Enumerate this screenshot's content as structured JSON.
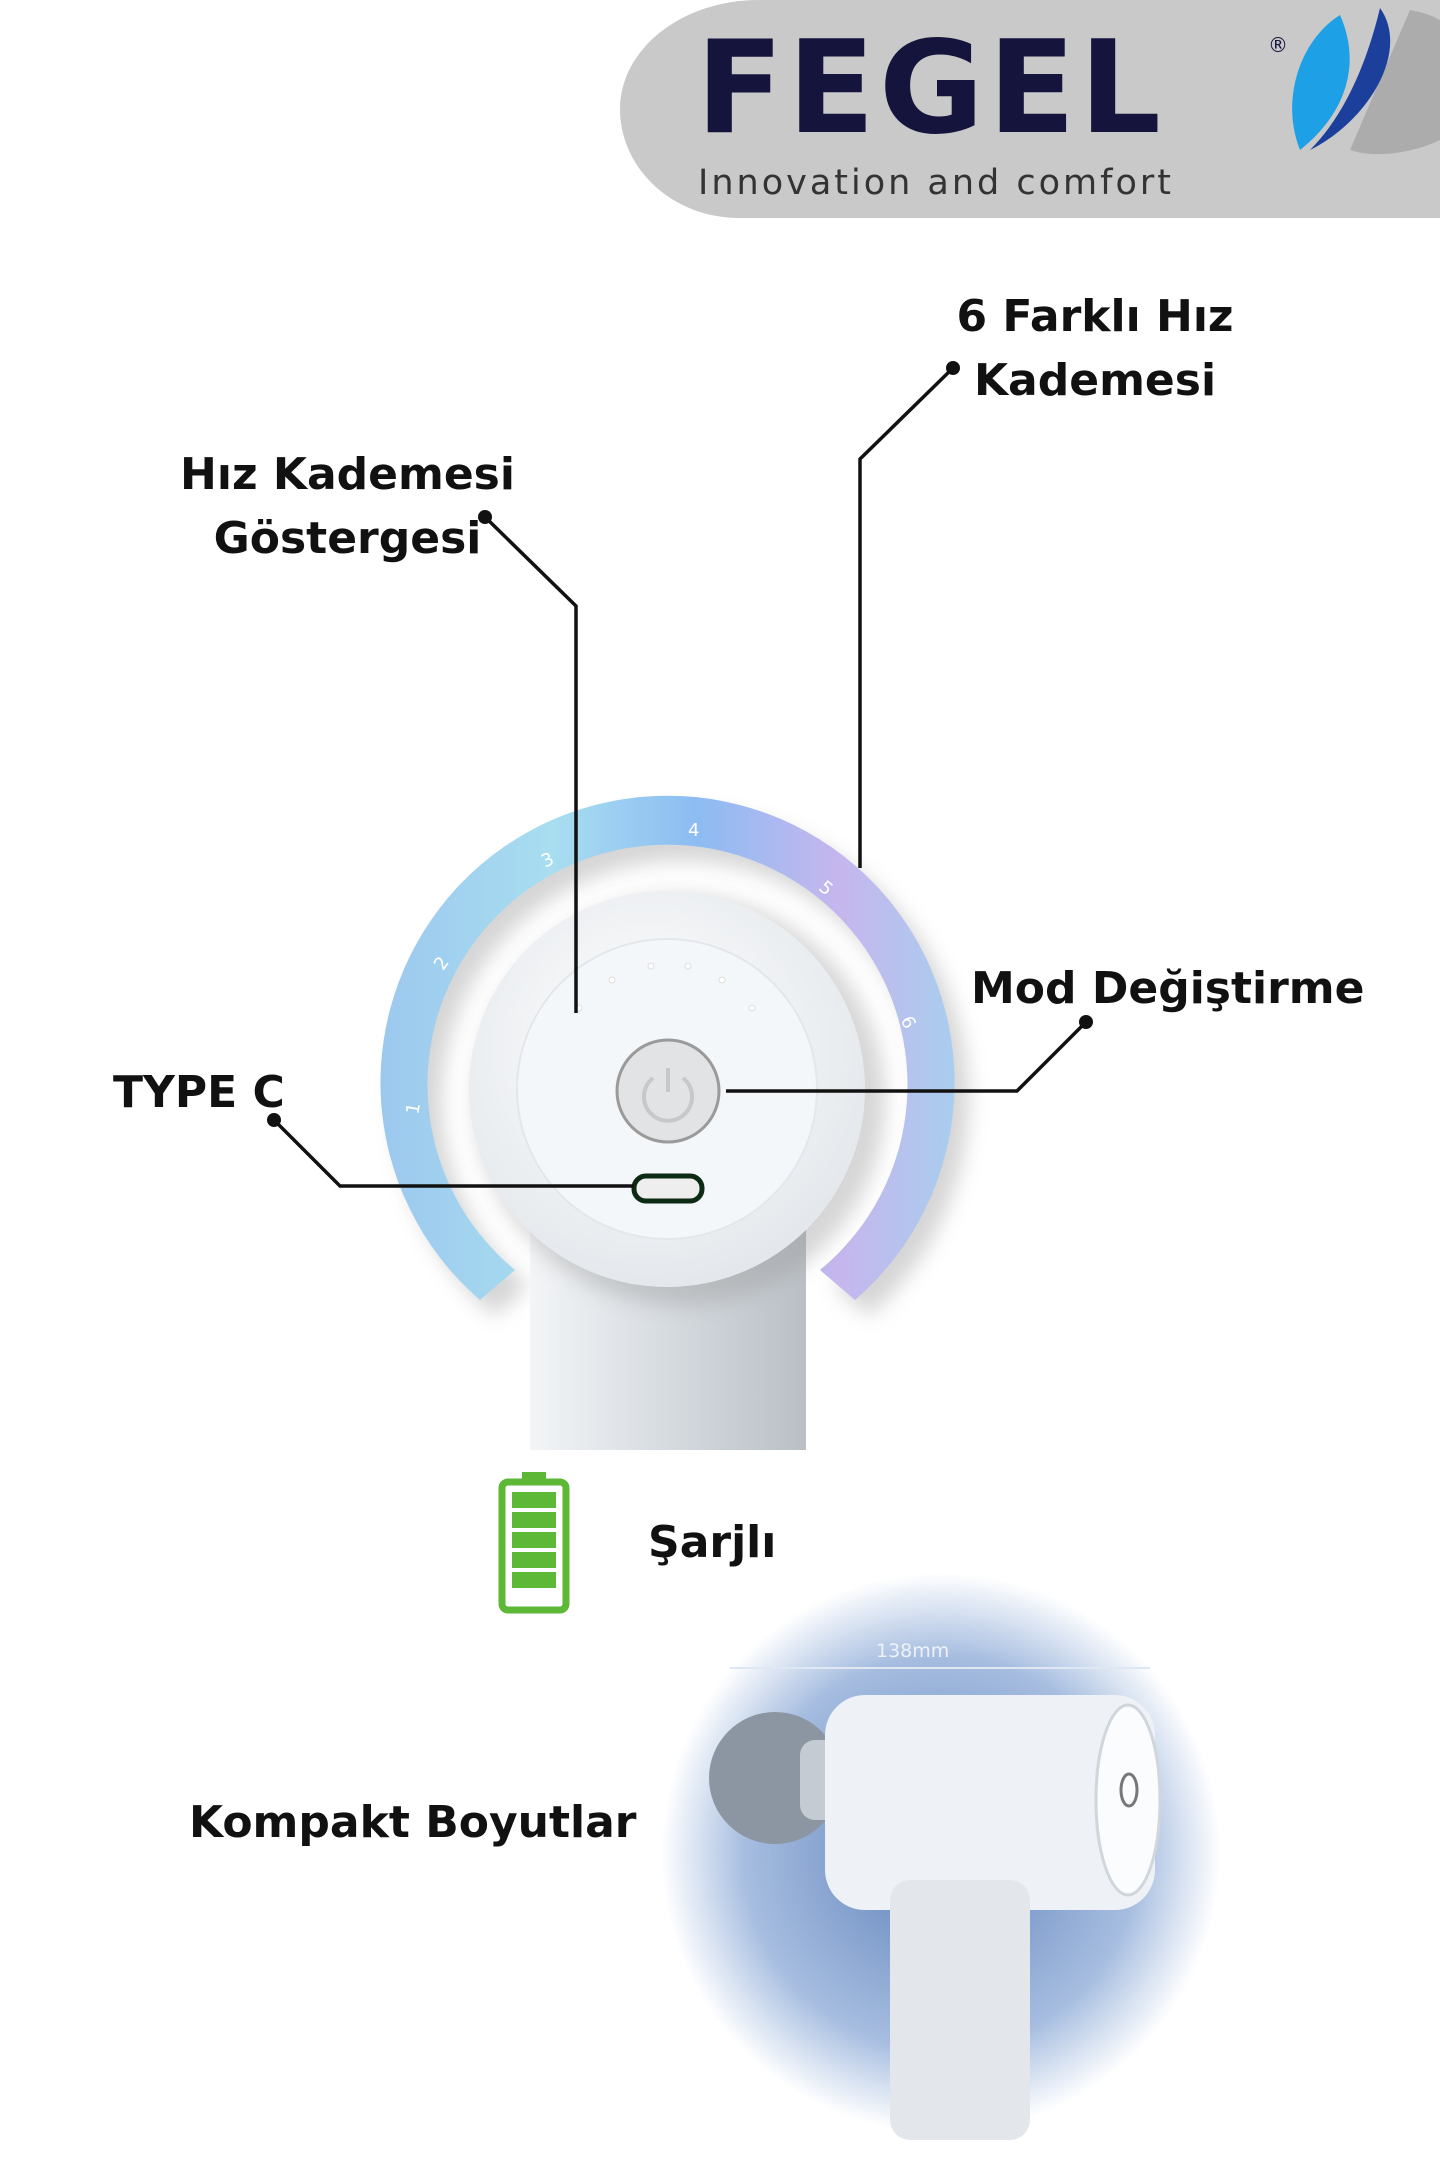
{
  "logo": {
    "brand": "FEGEL",
    "registered": "®",
    "tagline": "Innovation and comfort"
  },
  "callouts": {
    "speed_levels": [
      "6 Farklı Hız",
      "Kademesi"
    ],
    "speed_indicator": [
      "Hız Kademesi",
      "Göstergesi"
    ],
    "mode_change": "Mod Değiştirme",
    "type_c": "TYPE C"
  },
  "ring_labels": [
    "1",
    "2",
    "3",
    "4",
    "5",
    "6"
  ],
  "battery": {
    "label": "Şarjlı",
    "color": "#5cb836",
    "level": 1.0
  },
  "compact": {
    "label": "Kompakt Boyutlar",
    "dimension": "138mm"
  },
  "colors": {
    "brand_navy": "#14143c",
    "ring_blue": "#8fc4ef",
    "ring_purple": "#c6b6ee"
  }
}
